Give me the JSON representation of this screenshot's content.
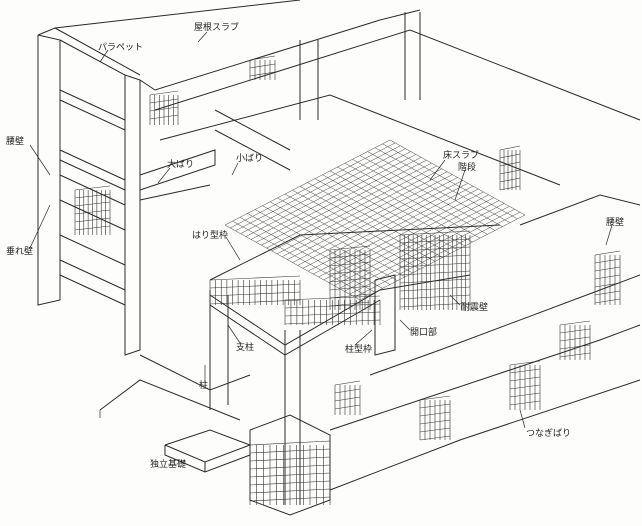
{
  "labels": {
    "roof_slab": "屋根スラブ",
    "parapet": "パラペット",
    "spandrel_wall_left": "腰壁",
    "hanging_wall": "垂れ壁",
    "girder": "大ばり",
    "small_beam": "小ばり",
    "floor_slab": "床スラブ",
    "stairs": "階段",
    "spandrel_wall_right": "腰壁",
    "beam_formwork": "はり型枠",
    "shear_wall": "耐震壁",
    "opening": "開口部",
    "support_post": "支柱",
    "column_formwork": "柱型枠",
    "column": "柱",
    "isolated_footing": "独立基礎",
    "tie_beam": "つなぎばり"
  },
  "colors": {
    "ink": "#2a2a2a",
    "paper": "#fdfdfb"
  }
}
